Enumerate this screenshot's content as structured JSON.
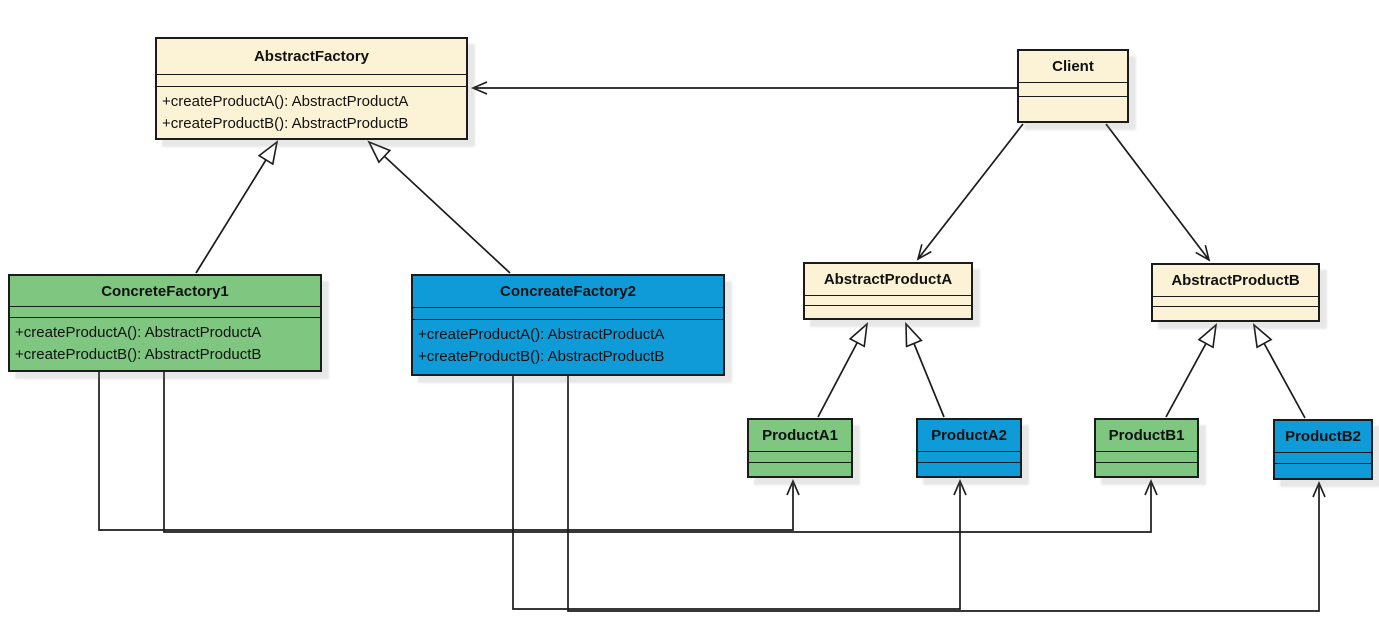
{
  "diagram_type": "UML class diagram",
  "colors": {
    "abstract_fill": "#fcf3d6",
    "factory1_fill": "#7fc681",
    "factory2_fill": "#0f9bd7",
    "line_color": "#1b1b1b",
    "background": "#ffffff"
  },
  "classes": [
    {
      "name": "AbstractFactory",
      "attributes": [],
      "methods": [
        "+createProductA(): AbstractProductA",
        "+createProductB(): AbstractProductB"
      ],
      "fill": "#fcf3d6"
    },
    {
      "name": "Client",
      "attributes": [],
      "methods": [],
      "fill": "#fcf3d6"
    },
    {
      "name": "ConcreteFactory1",
      "attributes": [],
      "methods": [
        "+createProductA(): AbstractProductA",
        "+createProductB(): AbstractProductB"
      ],
      "fill": "#7fc681"
    },
    {
      "name": "ConcreateFactory2",
      "attributes": [],
      "methods": [
        "+createProductA(): AbstractProductA",
        "+createProductB(): AbstractProductB"
      ],
      "fill": "#0f9bd7"
    },
    {
      "name": "AbstractProductA",
      "attributes": [],
      "methods": [],
      "fill": "#fcf3d6"
    },
    {
      "name": "AbstractProductB",
      "attributes": [],
      "methods": [],
      "fill": "#fcf3d6"
    },
    {
      "name": "ProductA1",
      "attributes": [],
      "methods": [],
      "fill": "#7fc681"
    },
    {
      "name": "ProductA2",
      "attributes": [],
      "methods": [],
      "fill": "#0f9bd7"
    },
    {
      "name": "ProductB1",
      "attributes": [],
      "methods": [],
      "fill": "#7fc681"
    },
    {
      "name": "ProductB2",
      "attributes": [],
      "methods": [],
      "fill": "#0f9bd7"
    }
  ],
  "relationships": [
    {
      "from": "Client",
      "to": "AbstractFactory",
      "type": "association-arrow"
    },
    {
      "from": "Client",
      "to": "AbstractProductA",
      "type": "association-arrow"
    },
    {
      "from": "Client",
      "to": "AbstractProductB",
      "type": "association-arrow"
    },
    {
      "from": "ConcreteFactory1",
      "to": "AbstractFactory",
      "type": "generalization"
    },
    {
      "from": "ConcreateFactory2",
      "to": "AbstractFactory",
      "type": "generalization"
    },
    {
      "from": "ProductA1",
      "to": "AbstractProductA",
      "type": "generalization"
    },
    {
      "from": "ProductA2",
      "to": "AbstractProductA",
      "type": "generalization"
    },
    {
      "from": "ProductB1",
      "to": "AbstractProductB",
      "type": "generalization"
    },
    {
      "from": "ProductB2",
      "to": "AbstractProductB",
      "type": "generalization"
    },
    {
      "from": "ConcreteFactory1",
      "to": "ProductA1",
      "type": "creates-arrow"
    },
    {
      "from": "ConcreteFactory1",
      "to": "ProductB1",
      "type": "creates-arrow"
    },
    {
      "from": "ConcreateFactory2",
      "to": "ProductA2",
      "type": "creates-arrow"
    },
    {
      "from": "ConcreateFactory2",
      "to": "ProductB2",
      "type": "creates-arrow"
    }
  ]
}
